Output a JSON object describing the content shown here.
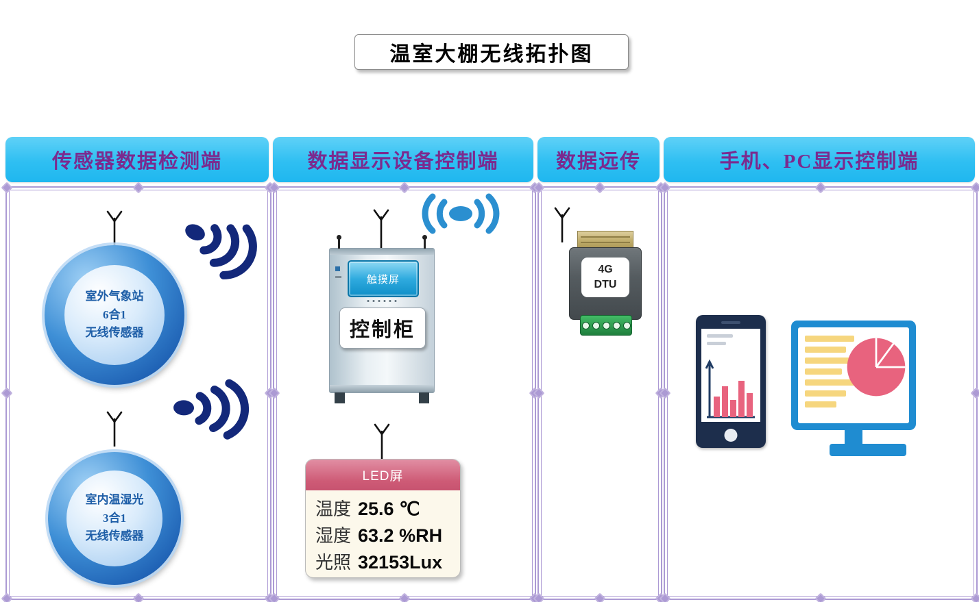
{
  "title": "温室大棚无线拓扑图",
  "headers": [
    "传感器数据检测端",
    "数据显示设备控制端",
    "数据远传",
    "手机、PC显示控制端"
  ],
  "sensor1": {
    "line1": "室外气象站",
    "line2": "6合1",
    "line3": "无线传感器"
  },
  "sensor2": {
    "line1": "室内温湿光",
    "line2": "3合1",
    "line3": "无线传感器"
  },
  "cabinet": {
    "screen_label": "触摸屏",
    "label": "控制柜"
  },
  "dtu": {
    "line1": "4G",
    "line2": "DTU"
  },
  "led_panel": {
    "header": "LED屏",
    "rows": [
      {
        "label": "温度",
        "value": "25.6 ℃"
      },
      {
        "label": "湿度",
        "value": "63.2 %RH"
      },
      {
        "label": "光照",
        "value": "32153Lux"
      }
    ]
  },
  "icons": {
    "antenna": "antenna-icon",
    "wifi_signal": "wifi-signal-icon",
    "broadcast": "wireless-broadcast-icon",
    "bar_chart": "bar-chart-icon",
    "pie_chart": "pie-chart-icon"
  },
  "colors": {
    "header-bg": "#2FBFF2",
    "header-text": "#7B2A8E",
    "panel-border": "#AC9AD4",
    "signal-navy": "#13287A",
    "broadcast-blue": "#2B8FD0",
    "accent-pink": "#E8637E",
    "led-header": "#CE5B76",
    "screen-yellow": "#F6D67E",
    "monitor-blue": "#1F8CD1",
    "phone-navy": "#1D2E4C"
  }
}
